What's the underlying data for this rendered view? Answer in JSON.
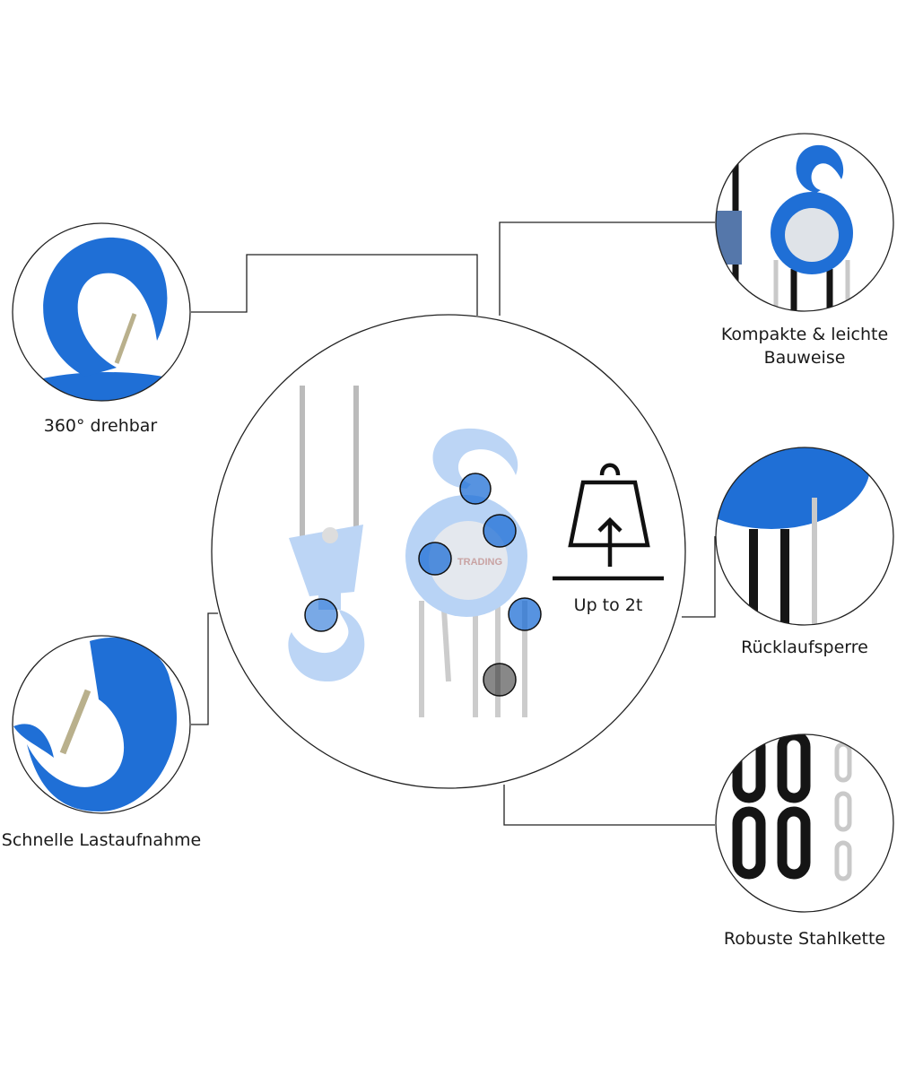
{
  "features": [
    {
      "id": "swivel",
      "label": "360° drehbar"
    },
    {
      "id": "quick-load",
      "label": "Schnelle Lastaufnahme"
    },
    {
      "id": "compact",
      "label_line1": "Kompakte & leichte",
      "label_line2": "Bauweise"
    },
    {
      "id": "backstop",
      "label": "Rücklaufsperre"
    },
    {
      "id": "chain",
      "label": "Robuste Stahlkette"
    }
  ],
  "capacity": {
    "label": "Up to 2t",
    "icon": "weight-lift-icon"
  },
  "brand_logo": "TRADING",
  "colors": {
    "hoist_blue": "#1f6fd6",
    "hoist_faded": "#aac9f2",
    "chain_black": "#151515",
    "chain_steel": "#c9c9c9",
    "line": "#222222"
  }
}
